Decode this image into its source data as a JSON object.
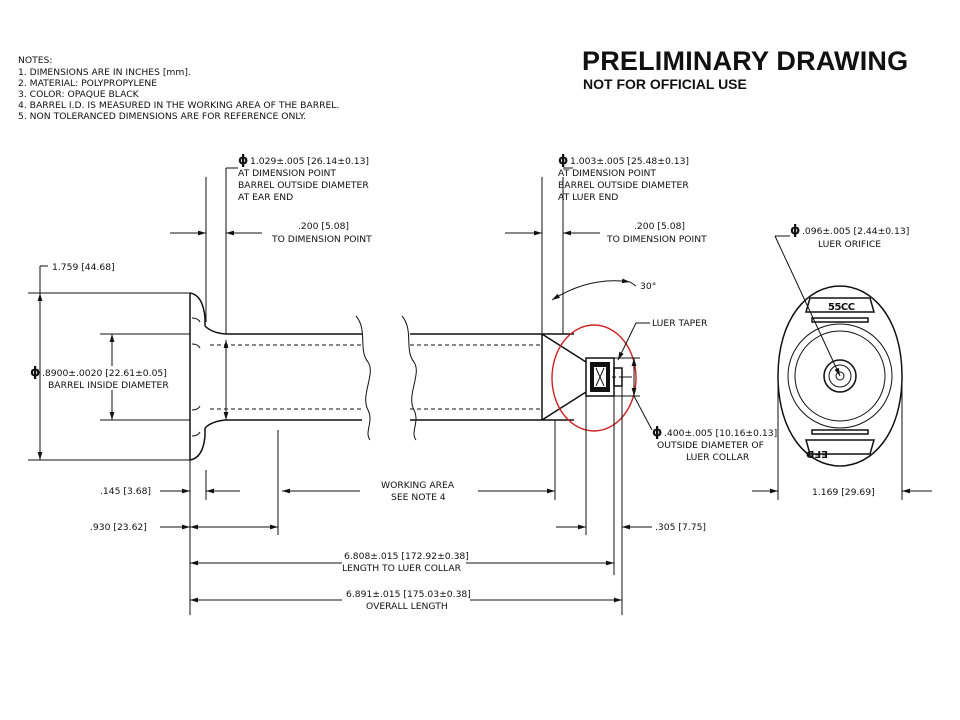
{
  "header": {
    "title": "PRELIMINARY DRAWING",
    "subtitle": "NOT FOR OFFICIAL USE"
  },
  "notes": [
    "NOTES:",
    "1. DIMENSIONS ARE IN INCHES [mm].",
    "2. MATERIAL: POLYPROPYLENE",
    "3. COLOR: OPAQUE BLACK",
    "4. BARREL I.D. IS MEASURED IN THE WORKING AREA OF THE BARREL.",
    "5. NON TOLERANCED DIMENSIONS ARE FOR REFERENCE ONLY."
  ],
  "callouts": {
    "ear_od": [
      "1.029±.005 [26.14±0.13]",
      "AT DIMENSION POINT",
      "BARREL OUTSIDE DIAMETER",
      "AT EAR END"
    ],
    "luer_od": [
      "1.003±.005 [25.48±0.13]",
      "AT DIMENSION POINT",
      "BARREL OUTSIDE DIAMETER",
      "AT LUER END"
    ],
    "ear_point": [
      ".200 [5.08]",
      "TO DIMENSION POINT"
    ],
    "luer_point": [
      ".200 [5.08]",
      "TO DIMENSION POINT"
    ],
    "flange_height": "1.759 [44.68]",
    "inside_diameter": [
      ".8900±.0020 [22.61±0.05]",
      "BARREL INSIDE DIAMETER"
    ],
    "angle": "30°",
    "luer_taper": "LUER TAPER",
    "collar": [
      ".400±.005 [10.16±0.13]",
      "OUTSIDE DIAMETER OF",
      "LUER COLLAR"
    ],
    "orifice": [
      ".096±.005 [2.44±0.13]",
      "LUER ORIFICE"
    ],
    "end_width": "1.169 [29.69]",
    "flange_thickness": ".145 [3.68]",
    "ear_offset": ".930 [23.62]",
    "working_area": [
      "WORKING AREA",
      "SEE NOTE 4"
    ],
    "collar_length": ".305 [7.75]",
    "length_to_collar": [
      "6.808±.015 [172.92±0.38]",
      "LENGTH TO LUER COLLAR"
    ],
    "overall_length": [
      "6.891±.015 [175.03±0.38]",
      "OVERALL LENGTH"
    ],
    "end_marks": [
      "55CC",
      "EFD"
    ],
    "diameter_symbol": "ϕ"
  },
  "colors": {
    "ink": "#111111",
    "highlight_circle": "#cc2222",
    "background": "#ffffff"
  }
}
